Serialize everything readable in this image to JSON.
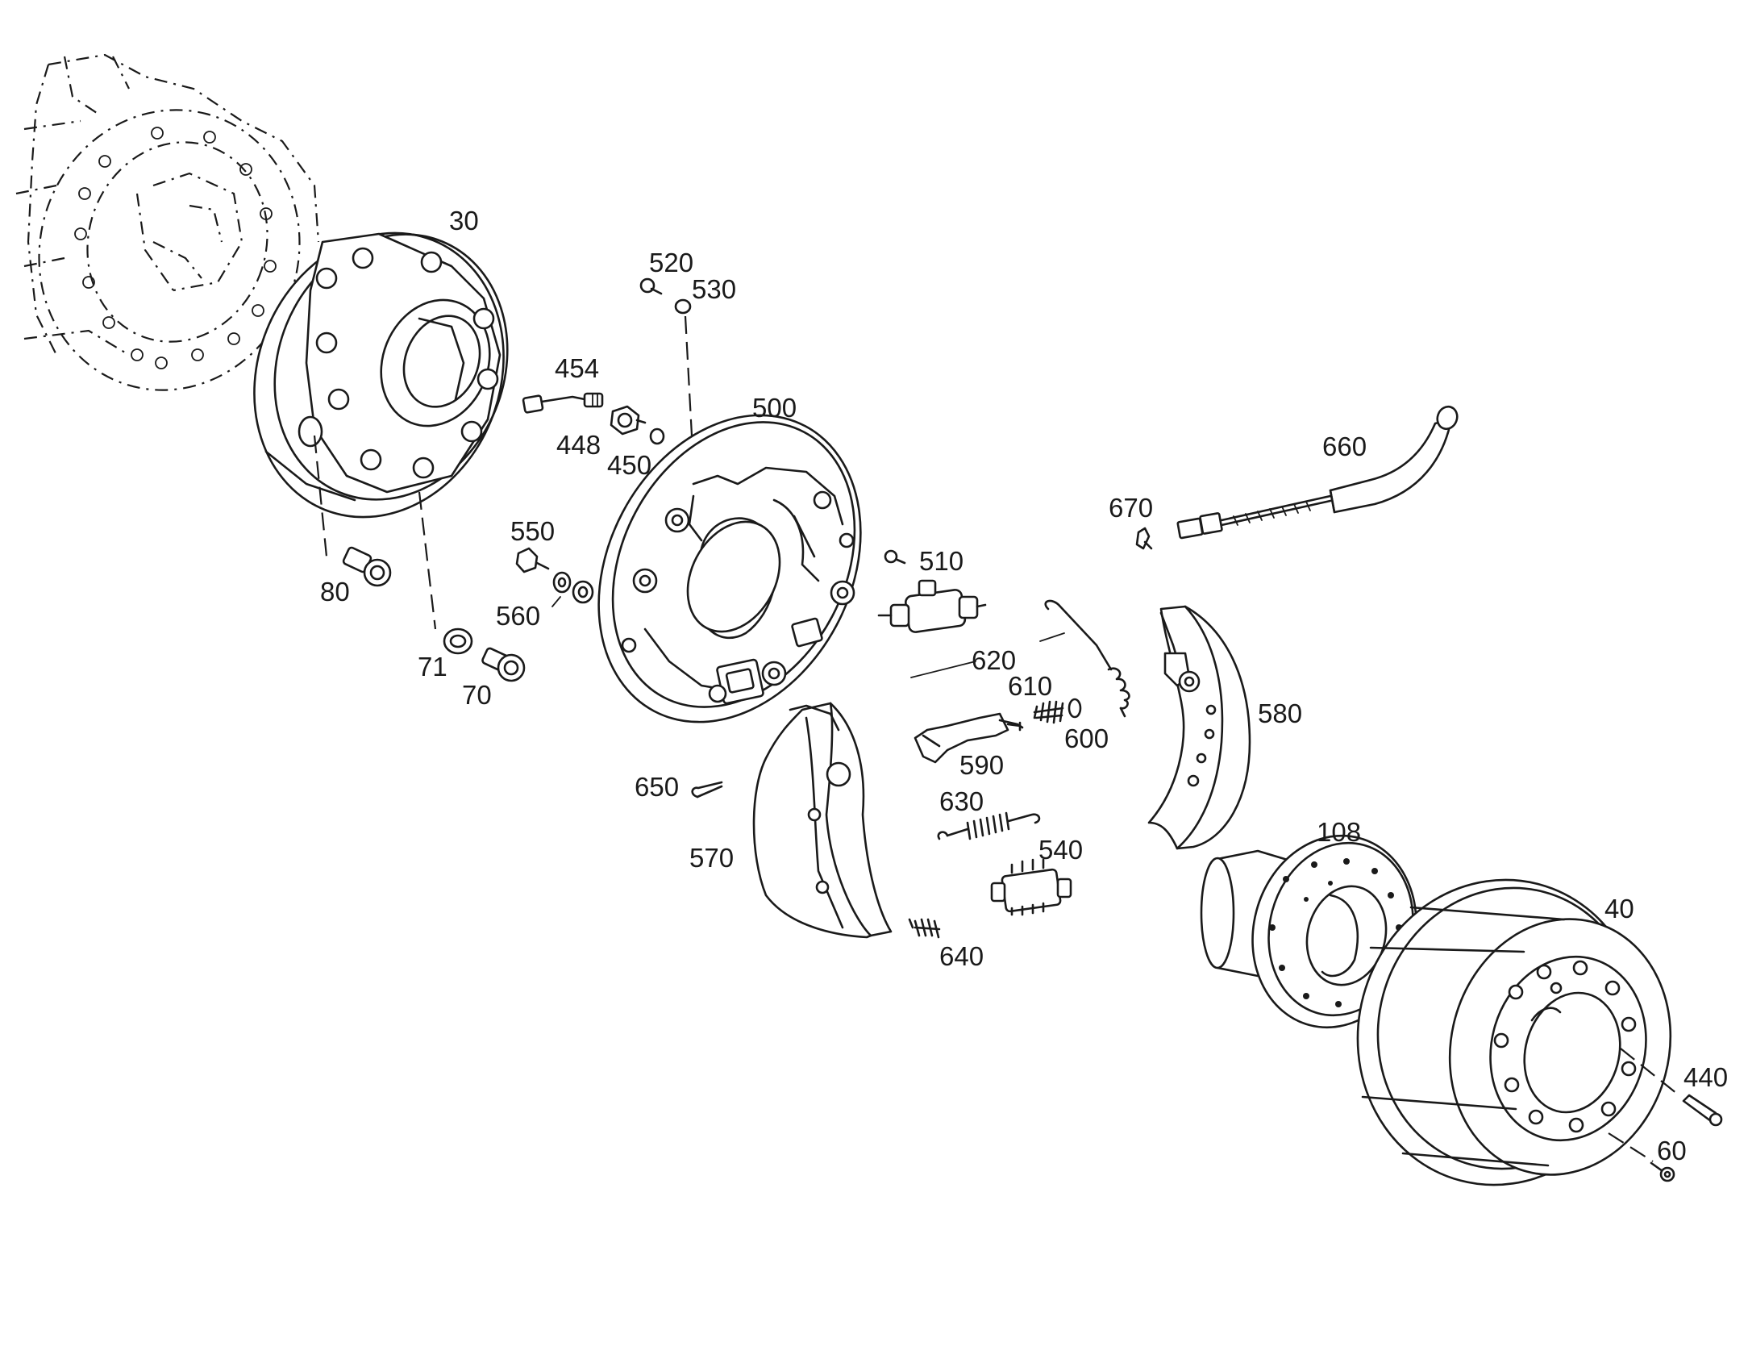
{
  "labels": {
    "p30": "30",
    "p520": "520",
    "p530": "530",
    "p454": "454",
    "p500": "500",
    "p448": "448",
    "p450": "450",
    "p660": "660",
    "p670": "670",
    "p550": "550",
    "p80": "80",
    "p510": "510",
    "p560": "560",
    "p620": "620",
    "p71": "71",
    "p70": "70",
    "p610": "610",
    "p580": "580",
    "p600": "600",
    "p590": "590",
    "p650": "650",
    "p630": "630",
    "p108": "108",
    "p540": "540",
    "p570": "570",
    "p40": "40",
    "p640": "640",
    "p440": "440",
    "p60": "60"
  }
}
